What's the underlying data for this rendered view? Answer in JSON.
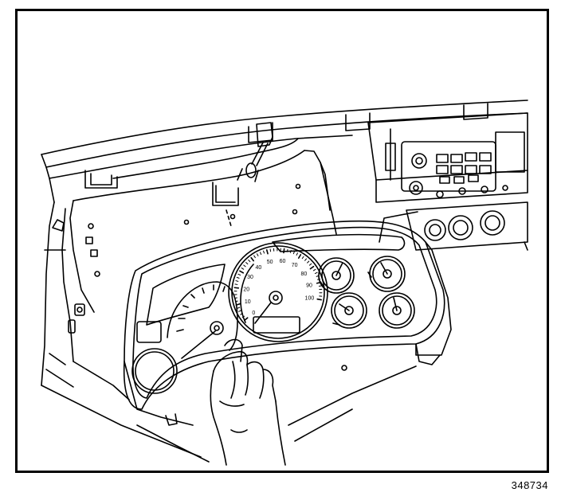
{
  "figure": {
    "number": "348734",
    "style": "black line drawing on white",
    "subject": "instrument panel cluster removal"
  },
  "speedometer": {
    "ticks": [
      "0",
      "10",
      "20",
      "30",
      "40",
      "50",
      "60",
      "70",
      "80",
      "90",
      "100"
    ]
  }
}
